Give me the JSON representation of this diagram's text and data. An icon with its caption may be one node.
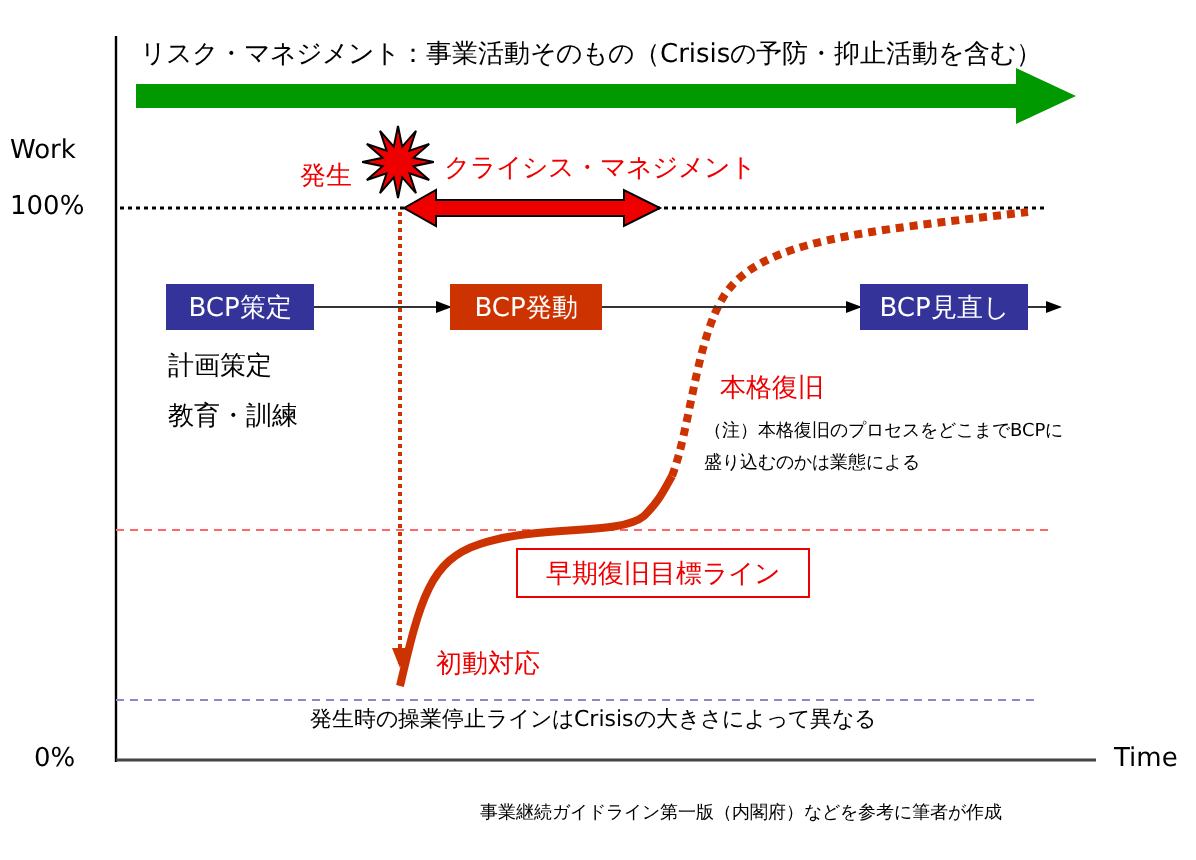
{
  "diagram": {
    "caption": "事業継続ガイドライン第一版（内閣府）などを参考に筆者が作成",
    "nodes": [
      {
        "text": [],
        "shape": "star",
        "beside": [
          "発生"
        ]
      },
      {
        "text": [
          "BCP策定"
        ]
      },
      {
        "text": [
          "BCP発動"
        ]
      },
      {
        "text": [
          "BCP見直し"
        ]
      },
      {
        "text": [
          "早期復旧目標ライン"
        ]
      }
    ],
    "edges": [
      {
        "from": 1,
        "to": 2,
        "arrow": "to"
      },
      {
        "from": 2,
        "to": 3,
        "arrow": "to"
      },
      {
        "from": 3,
        "to": null,
        "arrow": "to"
      }
    ],
    "labels": [
      "リスク・マネジメント：事業活動そのもの（Crisisの予防・抑止活動を含む）",
      "Work",
      "クライシス・マネジメント",
      "100%",
      "計画策定",
      "本格復旧",
      "教育・訓練",
      "（注）本格復旧のプロセスをどこまでBCPに盛り込むのかは業態による",
      "初動対応",
      "発生時の操業停止ラインはCrisisの大きさによって異なる",
      "0%",
      "Time"
    ]
  }
}
